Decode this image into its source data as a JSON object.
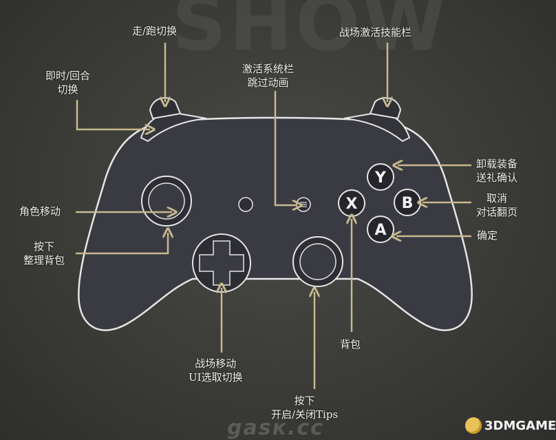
{
  "background_text": "SHOW",
  "controller": {
    "buttons": {
      "y": "Y",
      "b": "B",
      "a": "A",
      "x": "X"
    }
  },
  "labels": {
    "walk_run": "走/跑切换",
    "realtime_turn": [
      "即时/回合",
      "切换"
    ],
    "system_bar": [
      "激活系统栏",
      "跳过动画"
    ],
    "battle_skill_bar": "战场激活技能栏",
    "unequip": [
      "卸载装备",
      "送礼确认"
    ],
    "cancel": [
      "取消",
      "对话翻页"
    ],
    "confirm": "确定",
    "char_move": "角色移动",
    "press_backpack": [
      "按下",
      "整理背包"
    ],
    "battle_move": [
      "战场移动",
      "UI选取切换"
    ],
    "backpack": "背包",
    "press_tips": [
      "按下",
      "开启/关闭Tips"
    ]
  },
  "watermarks": {
    "left": "gasк.cc",
    "right": "3DMGAME"
  },
  "colors": {
    "line": "#c8b98e",
    "text": "#f2f2f0",
    "controller": "#3a3b42",
    "outline": "#e8e8e8"
  }
}
